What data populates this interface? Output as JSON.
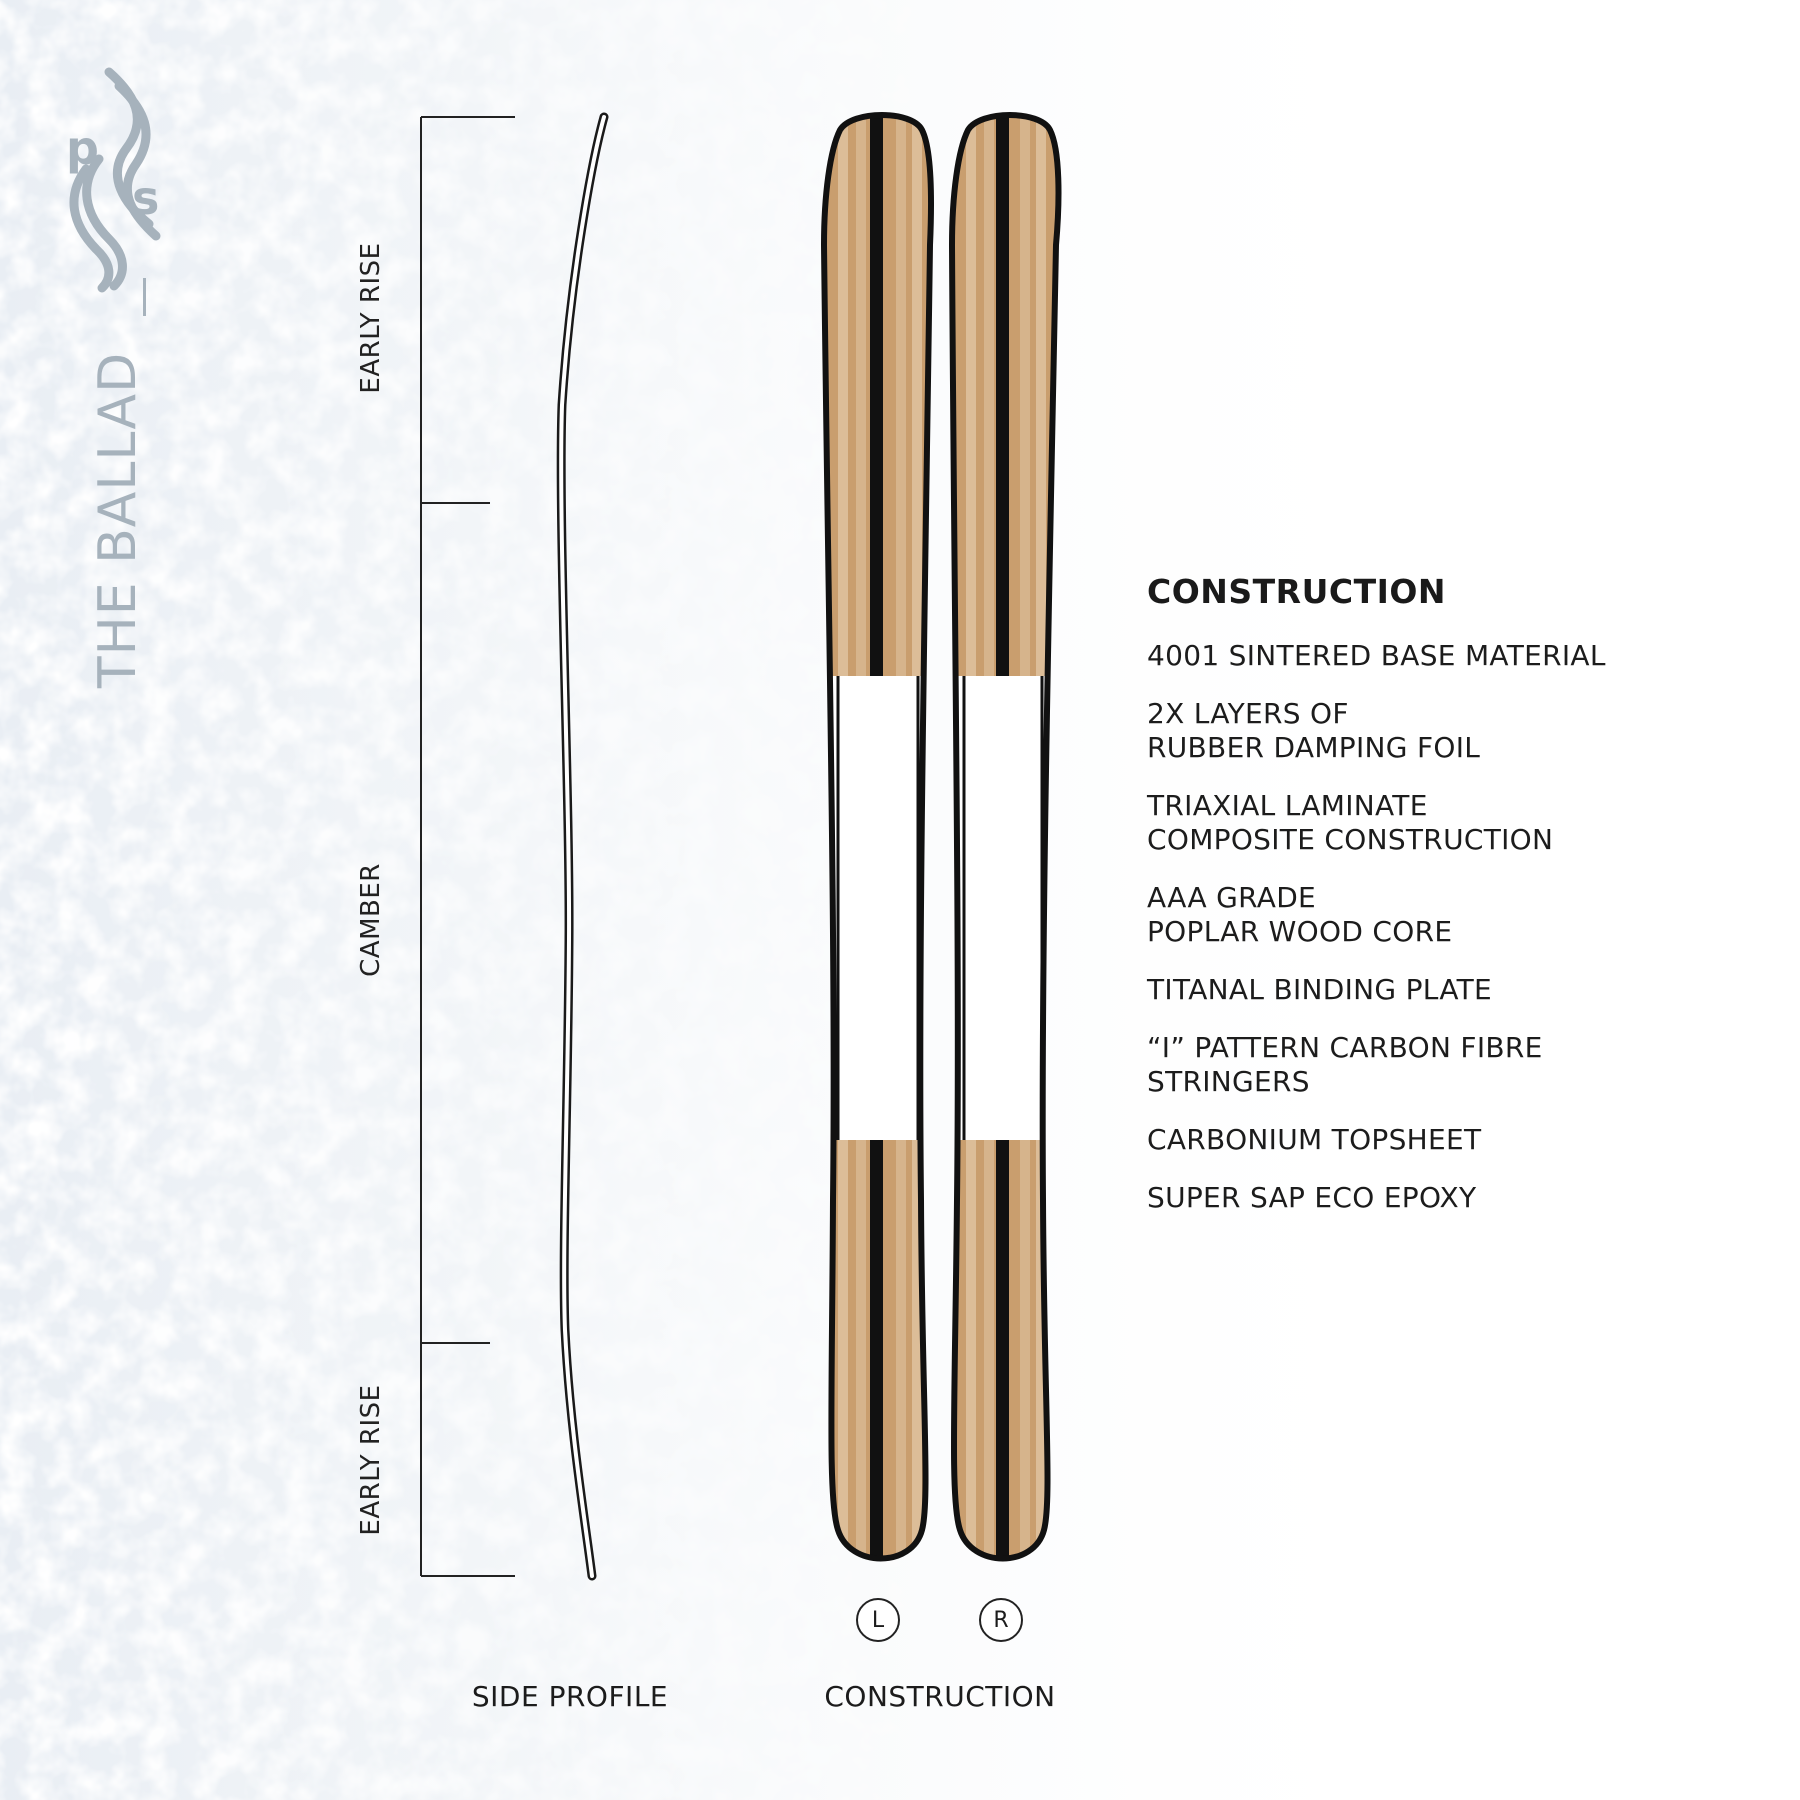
{
  "brand": {
    "logo_name": "ps-wave-logo",
    "title": "THE BALLAD",
    "color": "#a6b2bc"
  },
  "profile": {
    "segments": [
      {
        "label": "EARLY RISE"
      },
      {
        "label": "CAMBER"
      },
      {
        "label": "EARLY RISE"
      }
    ],
    "caption": "SIDE PROFILE"
  },
  "skis": {
    "left_label": "L",
    "right_label": "R",
    "caption": "CONSTRUCTION",
    "wood_color": "#c99e6e",
    "wood_light": "#dcbd98",
    "stripe_color": "#111111"
  },
  "specs": {
    "heading": "CONSTRUCTION",
    "items": [
      "4001 SINTERED BASE MATERIAL",
      "2X LAYERS OF\nRUBBER DAMPING FOIL",
      "TRIAXIAL LAMINATE\nCOMPOSITE CONSTRUCTION",
      "AAA GRADE\nPOPLAR WOOD CORE",
      "TITANAL BINDING PLATE",
      "“I” PATTERN CARBON FIBRE\nSTRINGERS",
      "CARBONIUM TOPSHEET",
      "SUPER SAP ECO EPOXY"
    ]
  }
}
